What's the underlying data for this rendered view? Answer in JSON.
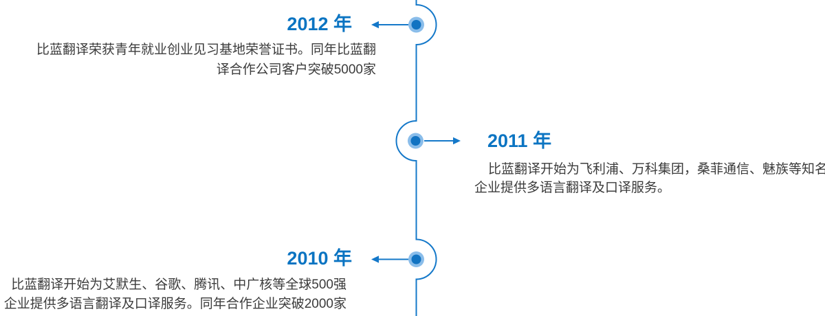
{
  "colors": {
    "page-bg": "#ffffff",
    "accent": "#0b74c2",
    "line": "#1478c9",
    "node": "#1173c2",
    "node-halo": "#8abdea",
    "text": "#3b3b3b"
  },
  "timeline": {
    "orientation": "vertical",
    "events": [
      {
        "year": "2012 年",
        "side": "left",
        "lines": [
          "比蓝翻译荣获青年就业创业见习基地荣誉证书。同年比蓝翻",
          "译合作公司客户突破5000家"
        ]
      },
      {
        "year": "2011 年",
        "side": "right",
        "lines": [
          "比蓝翻译开始为飞利浦、万科集团，桑菲通信、魅族等知名",
          "企业提供多语言翻译及口译服务。"
        ]
      },
      {
        "year": "2010 年",
        "side": "left",
        "lines": [
          "比蓝翻译开始为艾默生、谷歌、腾讯、中广核等全球500强",
          "企业提供多语言翻译及口译服务。同年合作企业突破2000家"
        ]
      }
    ]
  }
}
